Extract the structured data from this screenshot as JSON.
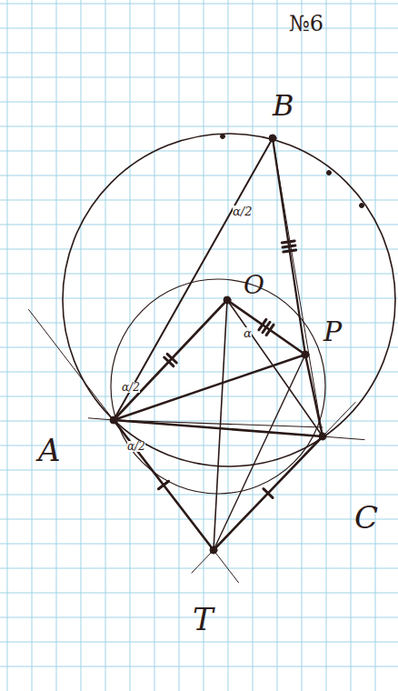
{
  "diagram": {
    "labels": [
      "№6",
      "B",
      "O",
      "P",
      "A",
      "C",
      "T",
      "α/2",
      "α",
      "α/2",
      "α/2"
    ]
  }
}
